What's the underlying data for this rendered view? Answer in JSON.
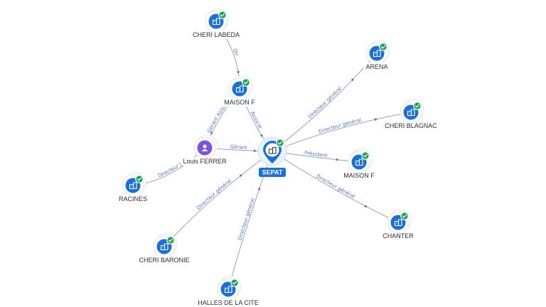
{
  "colors": {
    "company": "#1a6fd8",
    "person": "#7d52e0",
    "check": "#16a24a",
    "edge": "#9aa0ac",
    "edge_label": "#4a73c9"
  },
  "center": {
    "id": "sepat",
    "label": "SEPAT",
    "icon": "building-icon"
  },
  "nodes": [
    {
      "id": "cheri-labeda",
      "label": "CHERI LABEDA",
      "kind": "company",
      "icon": "building-icon",
      "verified": true
    },
    {
      "id": "maison-f-top",
      "label": "MAISON F",
      "kind": "company",
      "icon": "building-icon",
      "verified": true
    },
    {
      "id": "louis-ferrer",
      "label": "Louis FERRER",
      "kind": "person",
      "icon": "person-icon",
      "verified": false
    },
    {
      "id": "racines",
      "label": "RACINES",
      "kind": "company",
      "icon": "building-icon",
      "verified": true
    },
    {
      "id": "cheri-baronie",
      "label": "CHERI BARONIE",
      "kind": "company",
      "icon": "building-icon",
      "verified": true
    },
    {
      "id": "halles-de-la-cite",
      "label": "HALLES DE LA CITE",
      "kind": "company",
      "icon": "building-icon",
      "verified": true
    },
    {
      "id": "arena",
      "label": "ARENA",
      "kind": "company",
      "icon": "building-icon",
      "verified": true
    },
    {
      "id": "cheri-blagnac",
      "label": "CHERI BLAGNAC",
      "kind": "company",
      "icon": "building-icon",
      "verified": true
    },
    {
      "id": "maison-f-right",
      "label": "MAISON F",
      "kind": "company",
      "icon": "building-icon",
      "verified": true
    },
    {
      "id": "chanter",
      "label": "CHANTER",
      "kind": "company",
      "icon": "building-icon",
      "verified": true
    }
  ],
  "edges": [
    {
      "from": "cheri-labeda",
      "to": "maison-f-top",
      "label": "Dir"
    },
    {
      "from": "maison-f-top",
      "to": "sepat",
      "label": "Associé"
    },
    {
      "from": "maison-f-top",
      "to": "louis-ferrer",
      "label": "Gérant Associé"
    },
    {
      "from": "louis-ferrer",
      "to": "sepat",
      "label": "Gérant"
    },
    {
      "from": "racines",
      "to": "louis-ferrer",
      "label": "Directeur g"
    },
    {
      "from": "cheri-baronie",
      "to": "sepat",
      "label": "Directeur général"
    },
    {
      "from": "halles-de-la-cite",
      "to": "sepat",
      "label": "Directeur général"
    },
    {
      "from": "sepat",
      "to": "arena",
      "label": "Directeur général"
    },
    {
      "from": "sepat",
      "to": "cheri-blagnac",
      "label": "Directeur général"
    },
    {
      "from": "sepat",
      "to": "maison-f-right",
      "label": "Président"
    },
    {
      "from": "sepat",
      "to": "chanter",
      "label": "Directeur général"
    }
  ]
}
